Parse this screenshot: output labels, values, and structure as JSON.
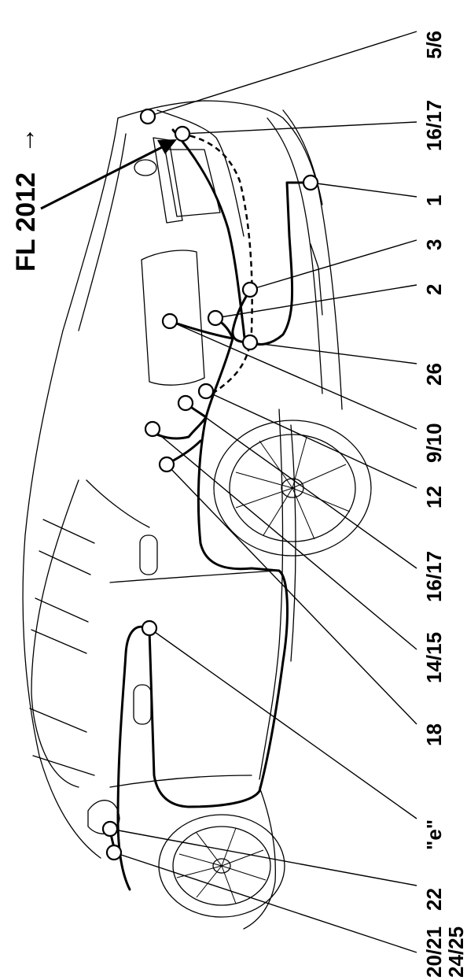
{
  "title": "FL 2012",
  "title_arrow": "→",
  "labels": {
    "l_5_6": "5/6",
    "l_16_17_top": "16/17",
    "l_1": "1",
    "l_3": "3",
    "l_2": "2",
    "l_26": "26",
    "l_9_10": "9/10",
    "l_12": "12",
    "l_16_17": "16/17",
    "l_14_15": "14/15",
    "l_18": "18",
    "l_e": "\"e\"",
    "l_22": "22",
    "l_20_21": "20/21",
    "l_24_25": "24/25"
  }
}
